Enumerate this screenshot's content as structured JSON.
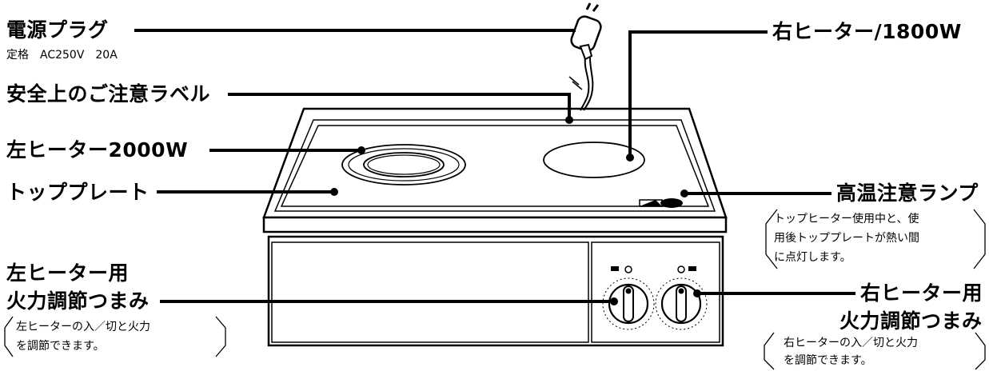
{
  "labels": {
    "power_plug": "電源プラグ",
    "rating": "定格　AC250V　20A",
    "safety_label": "安全上のご注意ラベル",
    "left_heater": "左ヒーター2000W",
    "top_plate": "トッププレート",
    "left_knob_line1": "左ヒーター用",
    "left_knob_line2": "火力調節つまみ",
    "right_heater": "右ヒーター/1800W",
    "hot_lamp": "高温注意ランプ",
    "right_knob_line1": "右ヒーター用",
    "right_knob_line2": "火力調節つまみ"
  },
  "notes": {
    "hot_lamp": [
      "トップヒーター使用中と、使",
      "用後トッププレートが熱い間",
      "に点灯します。"
    ],
    "left_knob": [
      "左ヒーターの入／切と火力",
      "を調節できます。"
    ],
    "right_knob": [
      "右ヒーターの入／切と火力",
      "を調節できます。"
    ]
  }
}
